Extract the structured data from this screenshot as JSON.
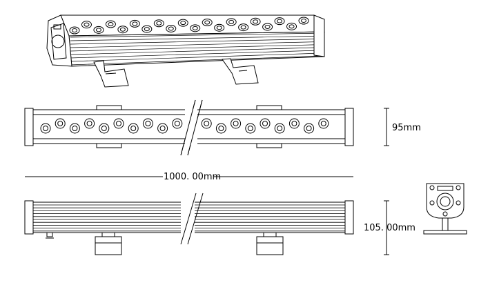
{
  "dimensions": {
    "height_front": "95mm",
    "length": "1000. 00mm",
    "height_side": "105. 00mm"
  },
  "drawing": {
    "led_count_top_row": 20,
    "led_count_front": 20
  }
}
